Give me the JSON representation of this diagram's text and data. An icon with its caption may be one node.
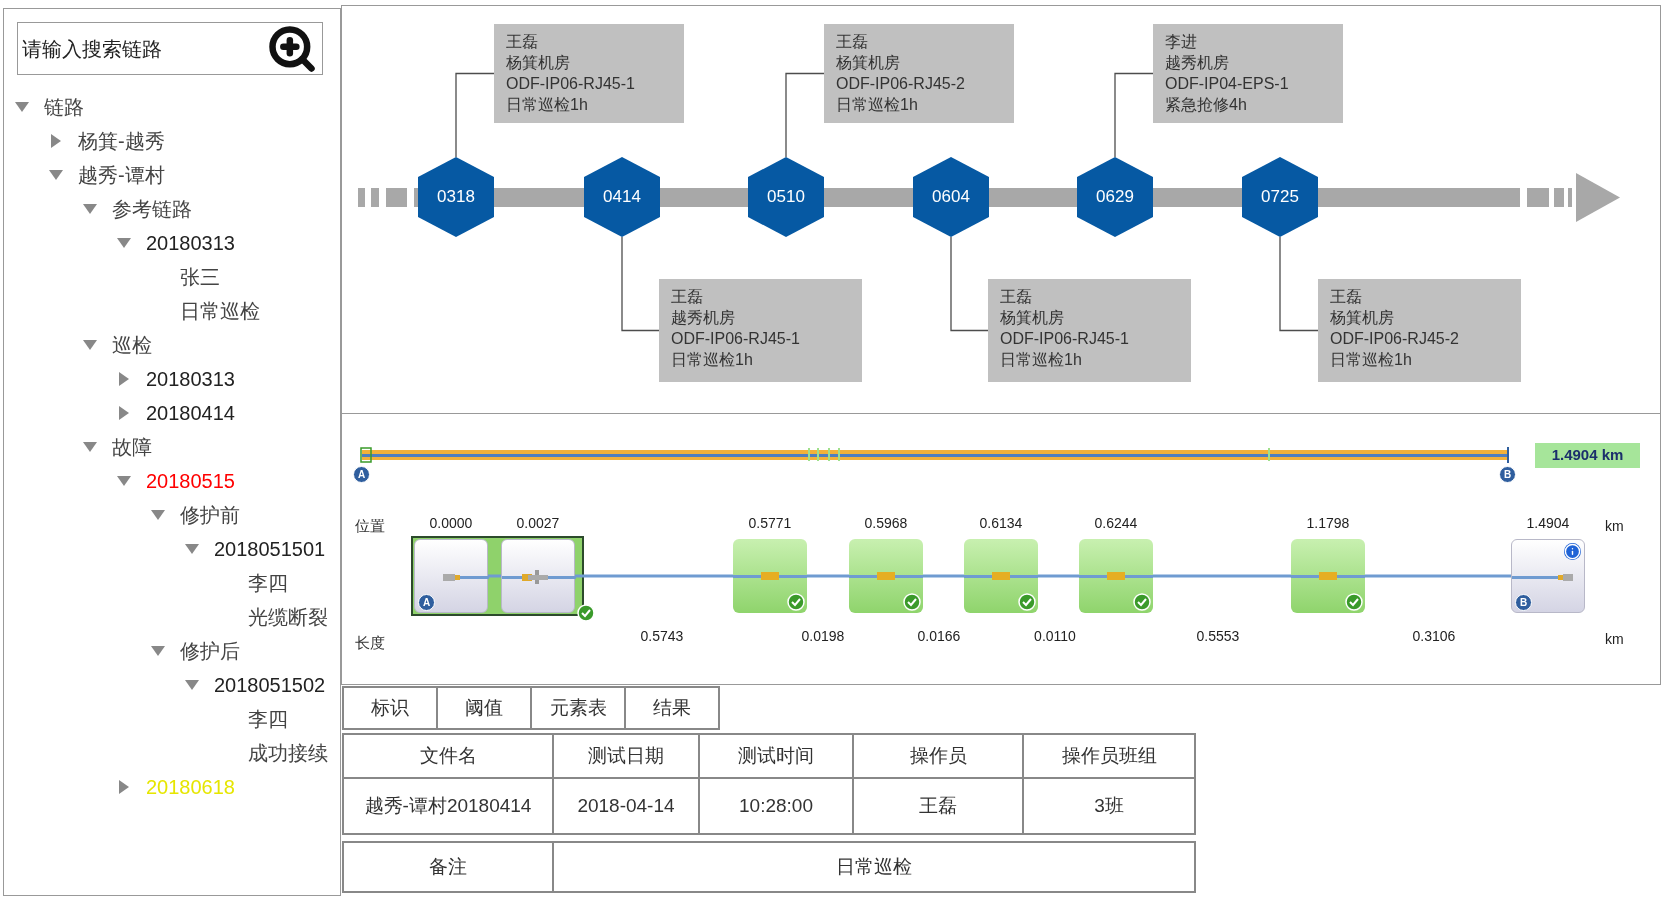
{
  "diagram": {
    "nodes": [
      {
        "text": [
          "0318"
        ]
      },
      {
        "text": [
          "0414"
        ]
      },
      {
        "text": [
          "0510"
        ]
      },
      {
        "text": [
          "0604"
        ]
      },
      {
        "text": [
          "0629"
        ]
      },
      {
        "text": [
          "0725"
        ]
      },
      {
        "text": [
          "王磊",
          "杨箕机房",
          "ODF-IP06-RJ45-1",
          "日常巡检1h"
        ]
      },
      {
        "text": [
          "王磊",
          "越秀机房",
          "ODF-IP06-RJ45-1",
          "日常巡检1h"
        ]
      },
      {
        "text": [
          "王磊",
          "杨箕机房",
          "ODF-IP06-RJ45-2",
          "日常巡检1h"
        ]
      },
      {
        "text": [
          "王磊",
          "杨箕机房",
          "ODF-IP06-RJ45-1",
          "日常巡检1h"
        ]
      },
      {
        "text": [
          "李进",
          "越秀机房",
          "ODF-IP04-EPS-1",
          "紧急抢修4h"
        ]
      },
      {
        "text": [
          "王磊",
          "杨箕机房",
          "ODF-IP06-RJ45-2",
          "日常巡检1h"
        ]
      },
      {
        "text": [],
        "shape": "box",
        "beside": [
          "0.0000"
        ]
      },
      {
        "text": [],
        "shape": "box",
        "beside": [
          "0.0027"
        ]
      },
      {
        "text": [],
        "shape": "box",
        "beside": [
          "0.5771"
        ]
      },
      {
        "text": [],
        "shape": "box",
        "beside": [
          "0.5968"
        ]
      },
      {
        "text": [],
        "shape": "box",
        "beside": [
          "0.6134"
        ]
      },
      {
        "text": [],
        "shape": "box",
        "beside": [
          "0.6244"
        ]
      },
      {
        "text": [],
        "shape": "box",
        "beside": [
          "1.1798"
        ]
      },
      {
        "text": [],
        "shape": "box",
        "beside": [
          "1.4904"
        ]
      }
    ],
    "edges": [
      {
        "from": 0,
        "to": 6,
        "arrow": "none",
        "color": "#4d4d4d"
      },
      {
        "from": 1,
        "to": 7,
        "arrow": "none",
        "color": "#4d4d4d"
      },
      {
        "from": 2,
        "to": 8,
        "arrow": "none",
        "color": "#4d4d4d"
      },
      {
        "from": 3,
        "to": 9,
        "arrow": "none",
        "color": "#4d4d4d"
      },
      {
        "from": 4,
        "to": 10,
        "arrow": "none",
        "color": "#4d4d4d"
      },
      {
        "from": 5,
        "to": 11,
        "arrow": "none",
        "color": "#4d4d4d"
      },
      {
        "from": 12,
        "to": 13,
        "arrow": "none",
        "color": "#6f9bd1"
      },
      {
        "from": 13,
        "to": 14,
        "arrow": "none",
        "color": "#6f9bd1"
      },
      {
        "from": 14,
        "to": 15,
        "arrow": "none",
        "color": "#6f9bd1"
      },
      {
        "from": 15,
        "to": 16,
        "arrow": "none",
        "color": "#6f9bd1"
      },
      {
        "from": 16,
        "to": 17,
        "arrow": "none",
        "color": "#6f9bd1"
      },
      {
        "from": 17,
        "to": 18,
        "arrow": "none",
        "color": "#6f9bd1"
      },
      {
        "from": 18,
        "to": 19,
        "arrow": "none",
        "color": "#6f9bd1"
      }
    ],
    "labels": [
      "请输入搜索链路",
      "链路",
      "杨箕-越秀",
      "越秀-谭村",
      "参考链路",
      "20180313",
      "张三",
      "日常巡检",
      "巡检",
      "20180313",
      "20180414",
      "故障",
      "20180515",
      "修护前",
      "2018051501",
      "李四",
      "光缆断裂",
      "修护后",
      "2018051502",
      "李四",
      "成功接续",
      "20180618",
      "1.4904 km",
      "A",
      "B",
      "位置",
      "km",
      "长度",
      "0.5743",
      "0.0198",
      "0.0166",
      "0.0110",
      "0.5553",
      "0.3106",
      "km",
      "A",
      "B",
      "标识",
      "阈值",
      "元素表",
      "结果",
      "文件名",
      "测试日期",
      "测试时间",
      "操作员",
      "操作员班组",
      "越秀-谭村20180414",
      "2018-04-14",
      "10:28:00",
      "王磊",
      "3班",
      "备注",
      "日常巡检"
    ]
  }
}
